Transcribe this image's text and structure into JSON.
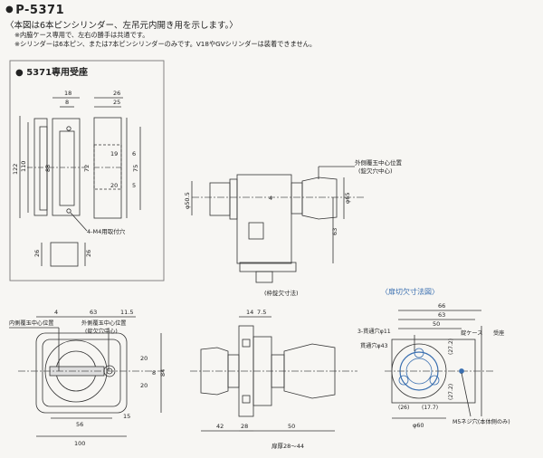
{
  "header": {
    "model": "P-5371",
    "description": "〈本図は6本ピンシリンダー、左吊元内開き用を示します。〉",
    "notes": [
      "※内脇ケース専用で、左右の勝手は共通です。",
      "※シリンダーは6本ピン、または7本ピンシリンダーのみです。V18やGVシリンダーは装着できません。"
    ]
  },
  "strike_box": {
    "title": "5371専用受座",
    "dims": {
      "w18": "18",
      "w8": "8",
      "w26": "26",
      "w25": "25",
      "h122": "122",
      "h110": "110",
      "h88": "88",
      "h72": "72",
      "h19": "19",
      "h6": "6",
      "h75": "75",
      "h20": "20",
      "h5": "5",
      "h26a": "26",
      "h26b": "26"
    },
    "screw_label": "4-M4用取付穴"
  },
  "side_view": {
    "label_outer": "外側覆玉中心位置",
    "label_outer_sub": "(錠欠穴中心)",
    "phi505": "φ50.5",
    "phi65": "φ65",
    "d4": "4",
    "d63": "63",
    "frame_label": "(枠錠欠寸法)"
  },
  "front_view": {
    "label_inner": "内側覆玉中心位置",
    "label_outer": "外側覆玉中心位置",
    "label_outer_sub": "(錠欠穴中心)",
    "d4": "4",
    "d63": "63",
    "d115": "11.5",
    "d20a": "20",
    "d20b": "20",
    "d8": "8",
    "d84": "84",
    "d56": "56",
    "d15": "15",
    "d100": "100"
  },
  "section_view": {
    "d14": "14",
    "d75": "7.5",
    "d42": "42",
    "d28": "28",
    "d50": "50",
    "door_thickness": "扉厚28〜44"
  },
  "cutout": {
    "title": "〈扉切欠寸法図〉",
    "d66": "66",
    "d63": "63",
    "d50": "50",
    "thru_label": "3-貫通穴φ11",
    "thru43": "貫通穴φ43",
    "inner_case": "錠ケース",
    "strike": "受座",
    "d272a": "(27.2)",
    "d272b": "(27.2)",
    "d26": "(26)",
    "d177": "(17.7)",
    "phi60": "φ60",
    "m5": "M5ネジ穴(本体側のみ)"
  },
  "colors": {
    "line": "#333333",
    "accent": "#3a6fb0",
    "border": "#777777"
  }
}
